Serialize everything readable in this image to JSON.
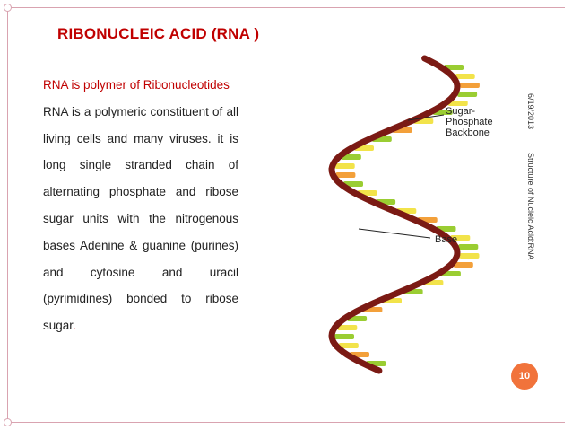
{
  "slide": {
    "title": "RIBONUCLEIC ACID (RNA )",
    "body": {
      "line1": "RNA is polymer of Ribonucleotides",
      "line2_before": "RNA is a polymeric constituent of all living cells and many viruses. it is long single stranded chain of alternating phosphate and ribose sugar units with the nitrogenous bases Adenine & guanine (purines) and cytosine and uracil (pyrimidines) bonded to ribose sugar",
      "line2_end": "."
    },
    "footer_date": "6/19/2013",
    "footer_title": "Structure of Nucleic Acid:RNA",
    "page_number": "10"
  },
  "diagram": {
    "label_backbone": [
      "Sugar-",
      "Phosphate",
      "Backbone"
    ],
    "label_base": "Base",
    "colors": {
      "backbone": "#7b1a14",
      "base_green": "#9acd32",
      "base_yellow": "#f2e34a",
      "base_orange": "#f3a03a",
      "accent_red": "#c00000",
      "badge": "#f1733b"
    }
  }
}
